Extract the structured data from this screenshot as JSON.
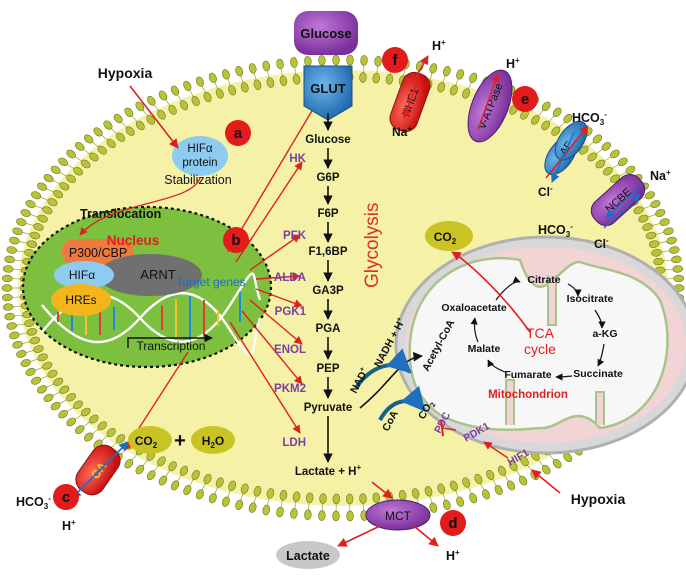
{
  "colors": {
    "cell": "#f5f2a8",
    "membrane": "#b8c23a",
    "nucleus": "#7dbf3f",
    "arrow_red": "#e02020",
    "enzyme": "#7a3fa0",
    "marker": "#e21b1b",
    "glycolysis": "#e0301e"
  },
  "markers": [
    "a",
    "b",
    "c",
    "d",
    "e",
    "f"
  ],
  "hypoxia": "Hypoxia",
  "hif": {
    "line1": "HIFα",
    "line2": "protein"
  },
  "stabilization": "Stabilization",
  "translocation": "Translocation",
  "nucleus": {
    "label": "Nucleus",
    "p300": "P300/CBP",
    "hifa": "HIFα",
    "arnt": "ARNT",
    "hres": "HREs",
    "target_genes": "Target genes",
    "transcription": "Transcription"
  },
  "glucose_outside": "Glucose",
  "glut": "GLUT",
  "pathway": [
    "Glucose",
    "G6P",
    "F6P",
    "F1,6BP",
    "GA3P",
    "PGA",
    "PEP",
    "Pyruvate",
    "Lactate + H"
  ],
  "enzymes": [
    "HK",
    "PFK",
    "ALDA",
    "PGK1",
    "ENOL",
    "PKM2",
    "LDH"
  ],
  "glycolysis": "Glycolysis",
  "transporters": {
    "nhe1": "NHE1",
    "vatpase": "V-ATPase",
    "ae": "AE",
    "nbc": "NCBE",
    "ca": "CA",
    "mct": "MCT"
  },
  "ions": {
    "h": "H",
    "na": "Na",
    "hco3": "HCO",
    "cl": "Cl",
    "plus": "+",
    "minus": "-",
    "three": "3"
  },
  "co2": {
    "c": "CO",
    "two": "2"
  },
  "h2o": {
    "h": "H",
    "two": "2",
    "o": "O"
  },
  "plus": "+",
  "mito": {
    "citrate": "Citrate",
    "isocitrate": "Isocitrate",
    "oxaloacetate": "Oxaloacetate",
    "akg": "a-KG",
    "malate": "Malate",
    "succinate": "Succinate",
    "fumarate": "Fumarate",
    "tca1": "TCA",
    "tca2": "cycle",
    "acetyl": "Acetyl-CoA",
    "label": "Mitochondrion"
  },
  "nadh": "NADH + H",
  "nad": "NAD",
  "coa": "CoA",
  "pdc": "PDC",
  "pdk1": "PDK1",
  "hif1": "HIF1",
  "lactate_out": "Lactate"
}
